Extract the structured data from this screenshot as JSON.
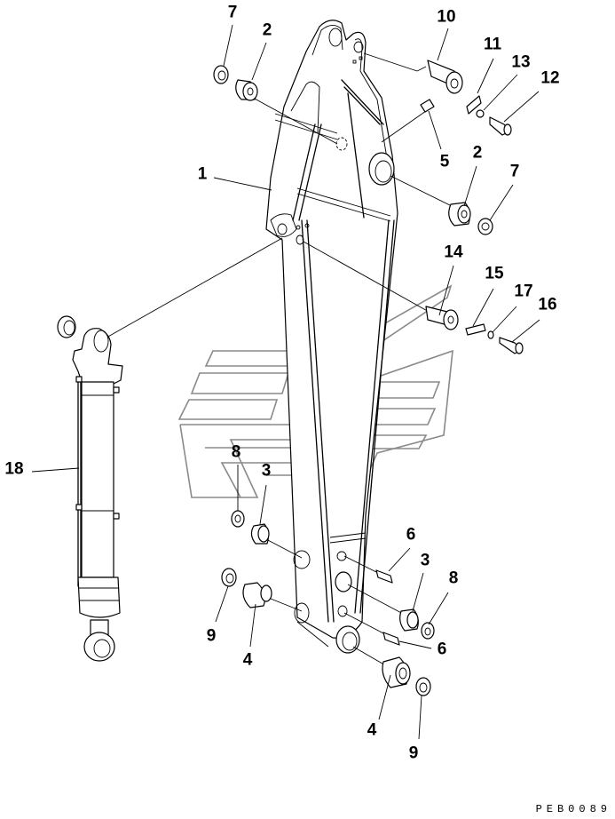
{
  "drawing": {
    "type": "exploded parts diagram",
    "code": "PEB0089",
    "line_color": "#000000",
    "watermark_color": "#8a8a8a"
  },
  "callouts": {
    "arm": "1",
    "bushing_top_left": "2",
    "seal_top_left": "7",
    "pin_top": "10",
    "plate_top": "11",
    "washer_top": "13",
    "bolt_top": "12",
    "grease_fitting": "5",
    "bushing_right": "2",
    "seal_right": "7",
    "pin_cylinder": "14",
    "plate_cylinder": "15",
    "washer_cylinder": "17",
    "bolt_cylinder": "16",
    "cylinder": "18",
    "seal_left_lower": "8",
    "bushing_left_lower": "3",
    "grease_fitting_upper": "6",
    "bushing_right_lower": "3",
    "seal_right_lower": "8",
    "seal_left_bottom": "9",
    "bushing_left_bottom": "4",
    "grease_fitting_lower": "6",
    "bushing_bottom": "4",
    "seal_bottom": "9"
  }
}
